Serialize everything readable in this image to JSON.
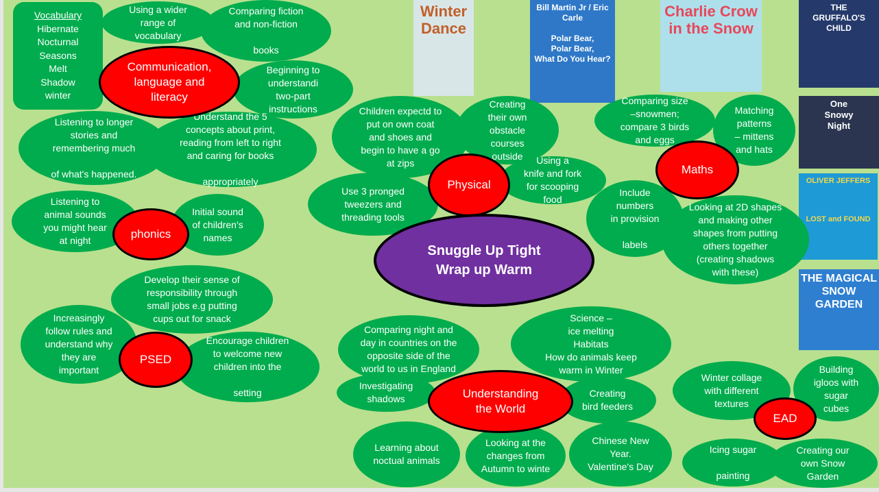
{
  "title": "Snuggle Up Tight\nWrap up Warm",
  "vocabulary": {
    "heading": "Vocabulary",
    "words": [
      "Hibernate",
      "Nocturnal",
      "Seasons",
      "Melt",
      "Shadow",
      "winter"
    ]
  },
  "areas": {
    "cll": "Communication,\nlanguage and\nliteracy",
    "physical": "Physical",
    "maths": "Maths",
    "phonics": "phonics",
    "psed": "PSED",
    "utw": "Understanding\nthe World",
    "ead": "EAD"
  },
  "bubbles": [
    "Using a wider\nrange of\nvocabulary",
    "Comparing fiction\nand non-fiction\n\nbooks",
    "Beginning to\nunderstandi\ntwo-part\ninstructions",
    "Listening to longer\nstories and\nremembering much\n\nof what's happened.",
    "Understand the 5\nconcepts about print,\nreading from left to right\nand caring for books\n\nappropriately",
    "Children expectd to\nput on own coat\nand shoes and\nbegin to have a go\nat zips",
    "Creating\ntheir own\nobstacle\ncourses\noutside",
    "Using a\nknife and fork\nfor scooping\nfood",
    "Use 3 pronged\ntweezers and\nthreading  tools",
    "Comparing size\n–snowmen;\ncompare 3 birds\nand eggs",
    "Matching\npatterns\n– mittens\nand hats",
    "Include\nnumbers\nin  provision\n\nlabels",
    "Looking at 2D shapes\nand making other\nshapes from putting\nothers together\n(creating shadows\nwith these)",
    "Listening to\nanimal sounds\nyou might hear\nat night",
    "Initial sound\nof children's\nnames",
    "Develop their sense of\nresponsibility through\nsmall jobs  e.g putting\ncups out for snack",
    "Increasingly\nfollow rules and\nunderstand why\nthey are\nimportant",
    "Encourage children\nto welcome new\nchildren into the\n\nsetting",
    "Comparing night and\nday in countries on the\nopposite side of the\nworld to us in England",
    "Science –\nice melting\nHabitats\nHow do animals keep\nwarm in Winter",
    "Investigating\nshadows",
    "Creating\nbird feeders",
    "Learning about\nnoctual animals",
    "Looking at the\nchanges from\nAutumn to winte",
    "Chinese New\nYear.\nValentine's Day",
    "Winter collage\nwith different\ntextures",
    "Building\nigloos with\nsugar\ncubes",
    "Icing sugar\n\npainting",
    "Creating our\nown Snow\nGarden"
  ],
  "books": [
    {
      "title": "Winter Dance"
    },
    {
      "title": "Bill Martin Jr / Eric Carle\n\nPolar Bear,\nPolar Bear,\nWhat Do You Hear?"
    },
    {
      "title": "Charlie Crow\nin the Snow"
    },
    {
      "title": "THE\nGRUFFALO'S\nCHILD"
    },
    {
      "title": "One\nSnowy\nNight"
    },
    {
      "title": "OLIVER JEFFERS\n\n\n\nLOST and FOUND"
    },
    {
      "title": "THE MAGICAL\nSNOW\nGARDEN"
    }
  ],
  "colors": {
    "background": "#b9e08f",
    "bubble": "#00ac4d",
    "area": "#ff0000",
    "hub": "#7030a0"
  }
}
